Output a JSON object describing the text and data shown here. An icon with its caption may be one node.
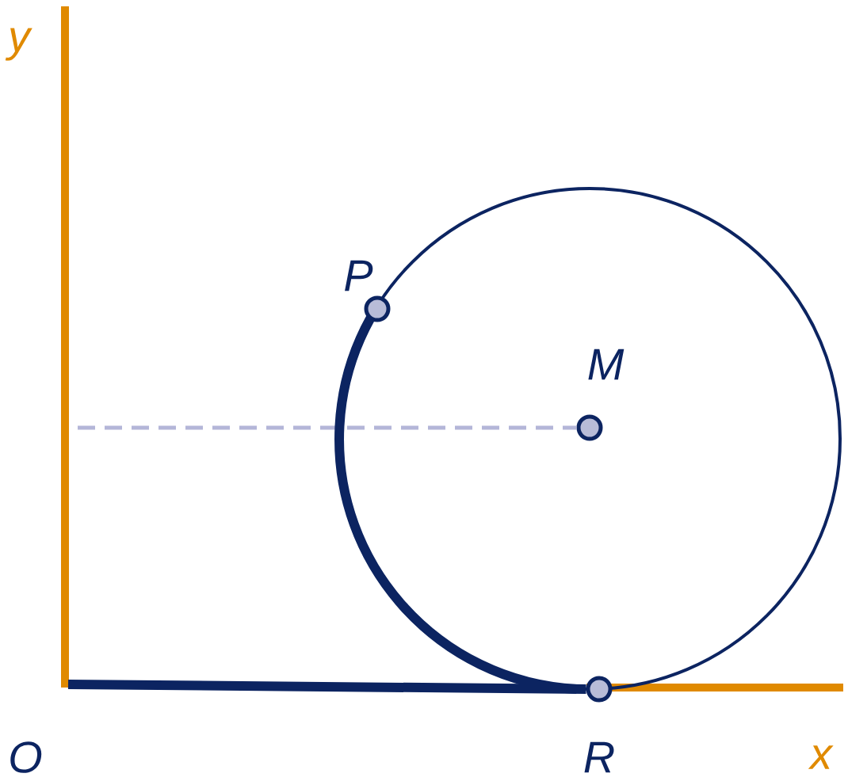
{
  "diagram": {
    "nodes": [
      {
        "text": [],
        "shape": "circle",
        "beside": [
          "P"
        ]
      },
      {
        "text": [],
        "shape": "circle",
        "beside": [
          "M"
        ]
      },
      {
        "text": [],
        "shape": "circle",
        "beside": [
          "R"
        ]
      }
    ],
    "edges": [
      {
        "from": null,
        "to": 1,
        "arrow": "none",
        "style": "dashed",
        "color": "#b4b6d8"
      },
      {
        "from": 2,
        "to": 0,
        "arrow": "none"
      },
      {
        "from": null,
        "to": 2,
        "arrow": "none"
      }
    ],
    "labels": [
      "y",
      "x",
      "O"
    ]
  }
}
